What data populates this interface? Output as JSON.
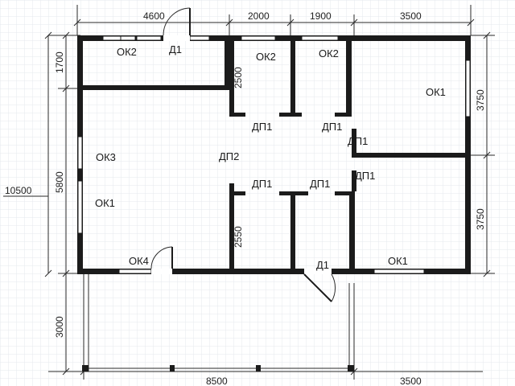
{
  "dimensions": {
    "top": [
      "4600",
      "2000",
      "1900",
      "3500"
    ],
    "left": [
      "1700",
      "5800",
      "10500",
      "3000"
    ],
    "right": [
      "3750",
      "3750"
    ],
    "bottom": [
      "8500",
      "3500"
    ],
    "inner": [
      "2500",
      "2550"
    ]
  },
  "rooms": {
    "openings": {
      "ok2_a": "ОК2",
      "d1_top": "Д1",
      "ok2_b": "ОК2",
      "ok2_c": "ОК2",
      "ok1_right": "ОК1",
      "dp1_a": "ДП1",
      "dp1_b": "ДП1",
      "dp1_c": "ДП1",
      "ok3": "ОК3",
      "dp2": "ДП2",
      "ok1_left": "ОК1",
      "dp1_d": "ДП1",
      "dp1_e": "ДП1",
      "dp1_f": "ДП1",
      "ok4": "ОК4",
      "d1_bottom": "Д1",
      "ok1_bottom": "ОК1"
    }
  }
}
